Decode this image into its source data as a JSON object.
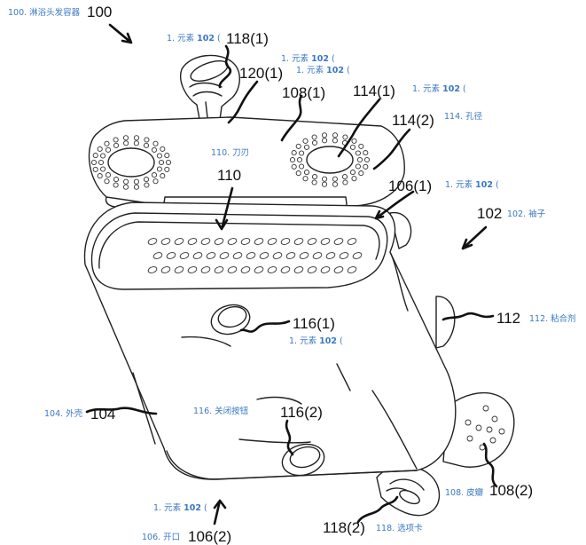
{
  "refs": {
    "r100": "100",
    "r118_1": "118(1)",
    "r120_1": "120(1)",
    "r108_1": "108(1)",
    "r114_1": "114(1)",
    "r114_2": "114(2)",
    "r110": "110",
    "r106_1": "106(1)",
    "r102": "102",
    "r116_1": "116(1)",
    "r112": "112",
    "r104": "104",
    "r116_2": "116(2)",
    "r108_2": "108(2)",
    "r118_2": "118(2)",
    "r106_2": "106(2)"
  },
  "tags": {
    "t100": "100. 淋浴头发容器",
    "element_prefix": "1. 元素 ",
    "element_num": "102",
    "element_paren": " (",
    "t114": "114. 孔径",
    "t110": "110. 刀刃",
    "t102": "102. 袖子",
    "t112": "112. 粘合剂",
    "t104": "104. 外壳",
    "t116": "116. 关闭按钮",
    "t108": "108. 皮瓣",
    "t106": "106. 开口",
    "t118": "118. 选项卡"
  }
}
